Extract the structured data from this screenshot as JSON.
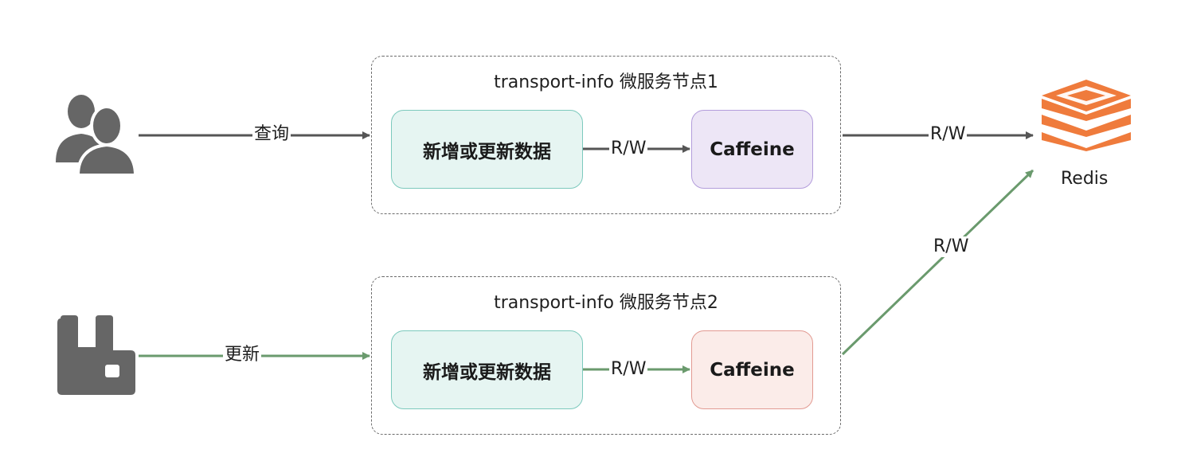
{
  "nodes": {
    "group1_title": "transport-info 微服务节点1",
    "group2_title": "transport-info 微服务节点2",
    "update_box_1": "新增或更新数据",
    "update_box_2": "新增或更新数据",
    "cache_1": "Caffeine",
    "cache_2": "Caffeine",
    "redis": "Redis"
  },
  "edges": {
    "query": "查询",
    "update": "更新",
    "rw_inner_1": "R/W",
    "rw_inner_2": "R/W",
    "rw_redis_1": "R/W",
    "rw_redis_2": "R/W"
  },
  "colors": {
    "dark_line": "#555555",
    "green_line": "#6a9a6d",
    "redis_orange": "#ef7b3c",
    "icon_gray": "#666666"
  },
  "icons": [
    "users-icon",
    "rabbitmq-icon",
    "redis-icon"
  ]
}
